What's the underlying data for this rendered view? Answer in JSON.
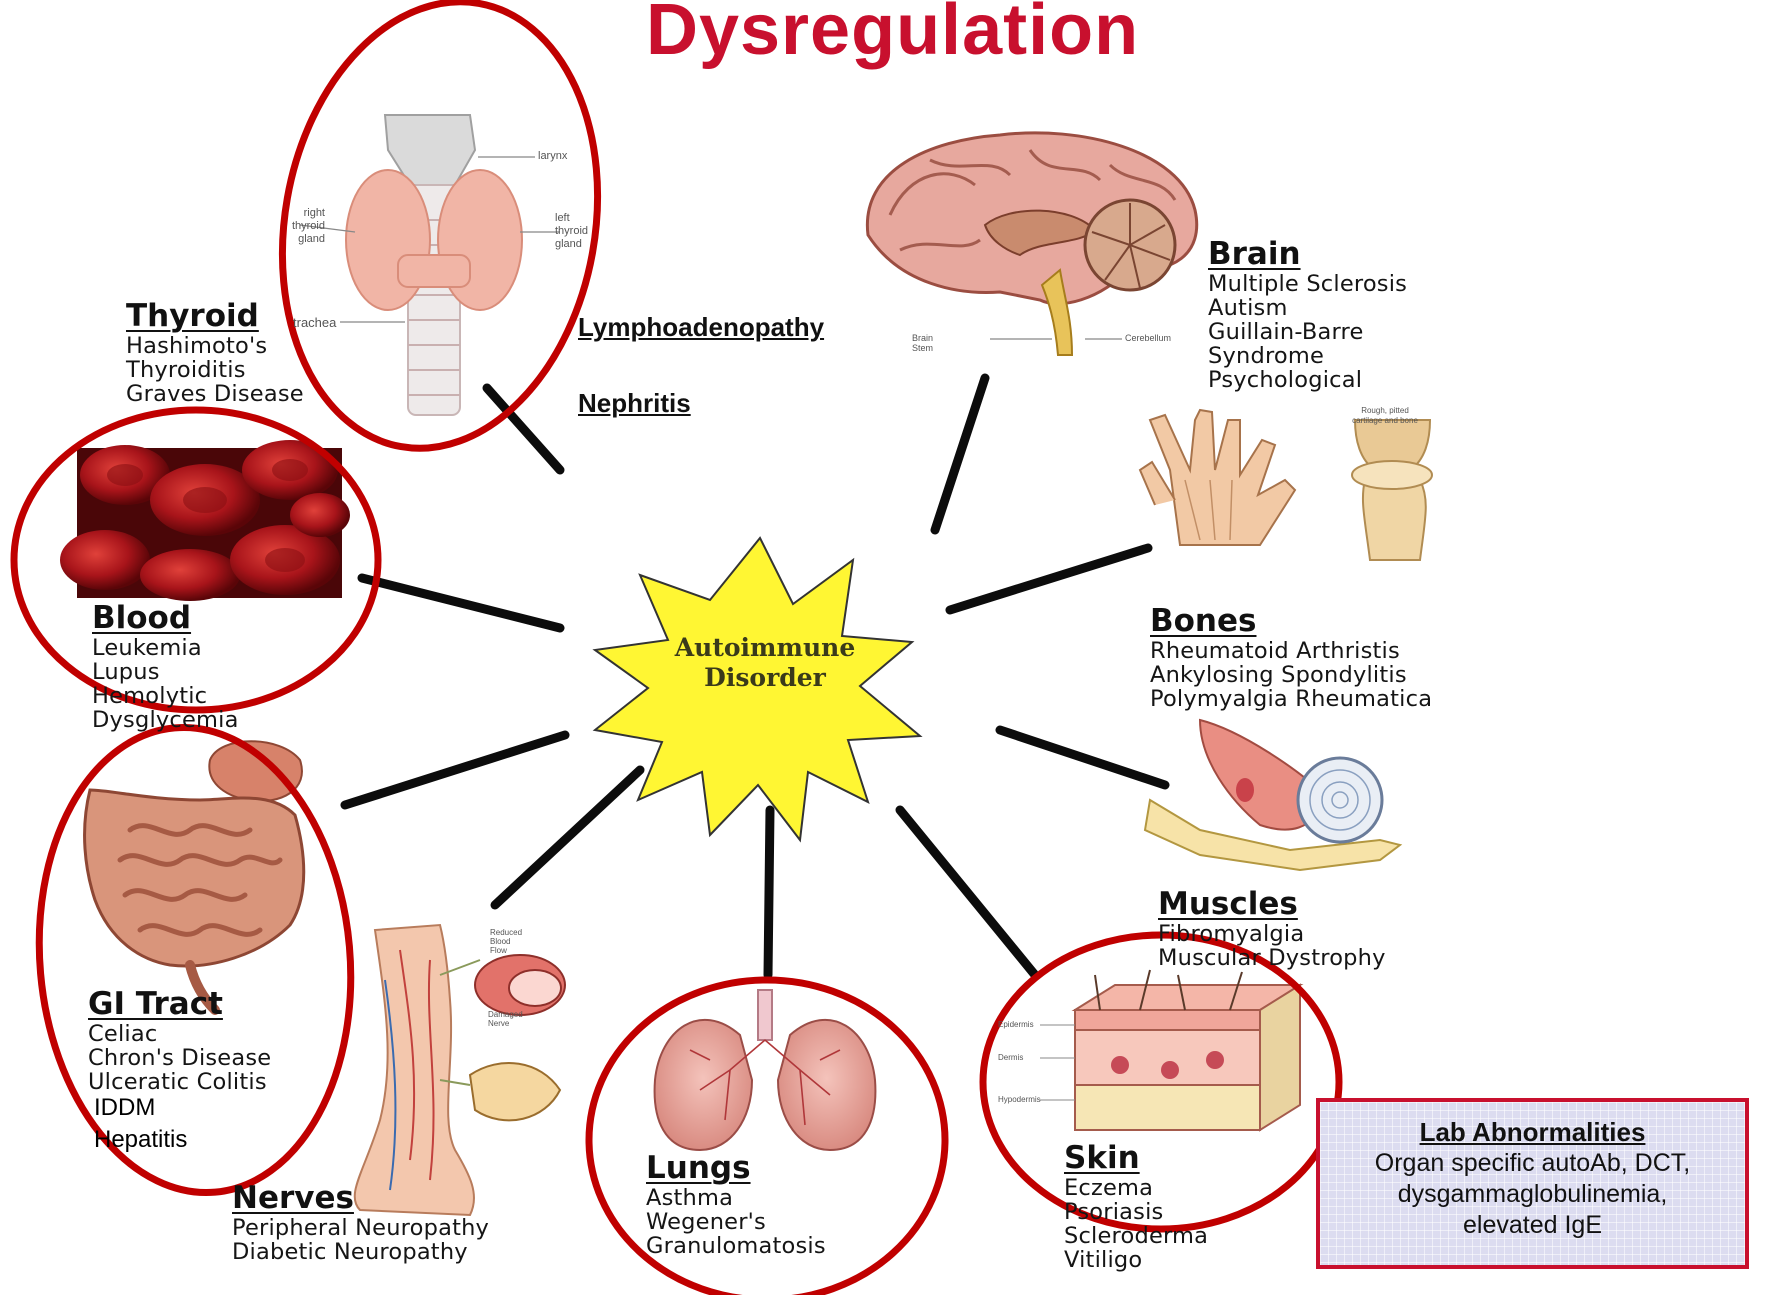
{
  "title": "Dysregulation",
  "center": {
    "line1": "Autoimmune",
    "line2": "Disorder"
  },
  "organs": {
    "thyroid": {
      "name": "Thyroid",
      "diseases": [
        "Hashimoto's",
        "Thyroiditis",
        "Graves Disease"
      ],
      "extra": []
    },
    "brain": {
      "name": "Brain",
      "diseases": [
        "Multiple Sclerosis",
        "Autism",
        "Guillain-Barre",
        "Syndrome",
        "Psychological"
      ],
      "extra": []
    },
    "blood": {
      "name": "Blood",
      "diseases": [
        "Leukemia",
        "Lupus",
        "Hemolytic",
        "Dysglycemia"
      ],
      "extra": []
    },
    "bones": {
      "name": "Bones",
      "diseases": [
        "Rheumatoid Arthristis",
        "Ankylosing Spondylitis",
        "Polymyalgia Rheumatica"
      ],
      "extra": []
    },
    "gi_tract": {
      "name": "GI Tract",
      "diseases": [
        "Celiac",
        "Chron's Disease",
        "Ulceratic Colitis"
      ],
      "extra": [
        "IDDM",
        "Hepatitis"
      ]
    },
    "muscles": {
      "name": "Muscles",
      "diseases": [
        "Fibromyalgia",
        "Muscular Dystrophy"
      ],
      "extra": []
    },
    "nerves": {
      "name": "Nerves",
      "diseases": [
        "Peripheral Neuropathy",
        "Diabetic Neuropathy"
      ],
      "extra": []
    },
    "lungs": {
      "name": "Lungs",
      "diseases": [
        "Asthma",
        "Wegener's",
        "Granulomatosis"
      ],
      "extra": []
    },
    "skin": {
      "name": "Skin",
      "diseases": [
        "Eczema",
        "Psoriasis",
        "Scleroderma",
        "Vitiligo"
      ],
      "extra": []
    }
  },
  "overlay_labels": {
    "lymph": "Lymphoadenopathy",
    "nephritis": "Nephritis"
  },
  "illustration_labels": {
    "larynx": "larynx",
    "right_thyroid": [
      "right",
      "thyroid",
      "gland"
    ],
    "left_thyroid": [
      "left",
      "thyroid",
      "gland"
    ],
    "trachea": "trachea",
    "brain_stem": "Brain Stem",
    "cerebellum": "Cerebellum",
    "cartilage": [
      "Rough, pitted",
      "cartilage and bone"
    ],
    "reduced_blood": "Reduced Blood Flow",
    "damaged_nerve": "Damaged Nerve",
    "skin_layers": [
      "Epidermis",
      "Dermis",
      "Hypodermis"
    ]
  },
  "lab_box": {
    "title": "Lab Abnormalities",
    "lines": [
      "Organ specific autoAb, DCT,",
      "dysgammaglobulinemia,",
      "elevated IgE"
    ]
  },
  "colors": {
    "title": "#c8102e",
    "circle": "#c00000",
    "star_fill": "#fff633",
    "spoke": "#0c0c0c",
    "lab_bg": "#dcdcf0"
  }
}
